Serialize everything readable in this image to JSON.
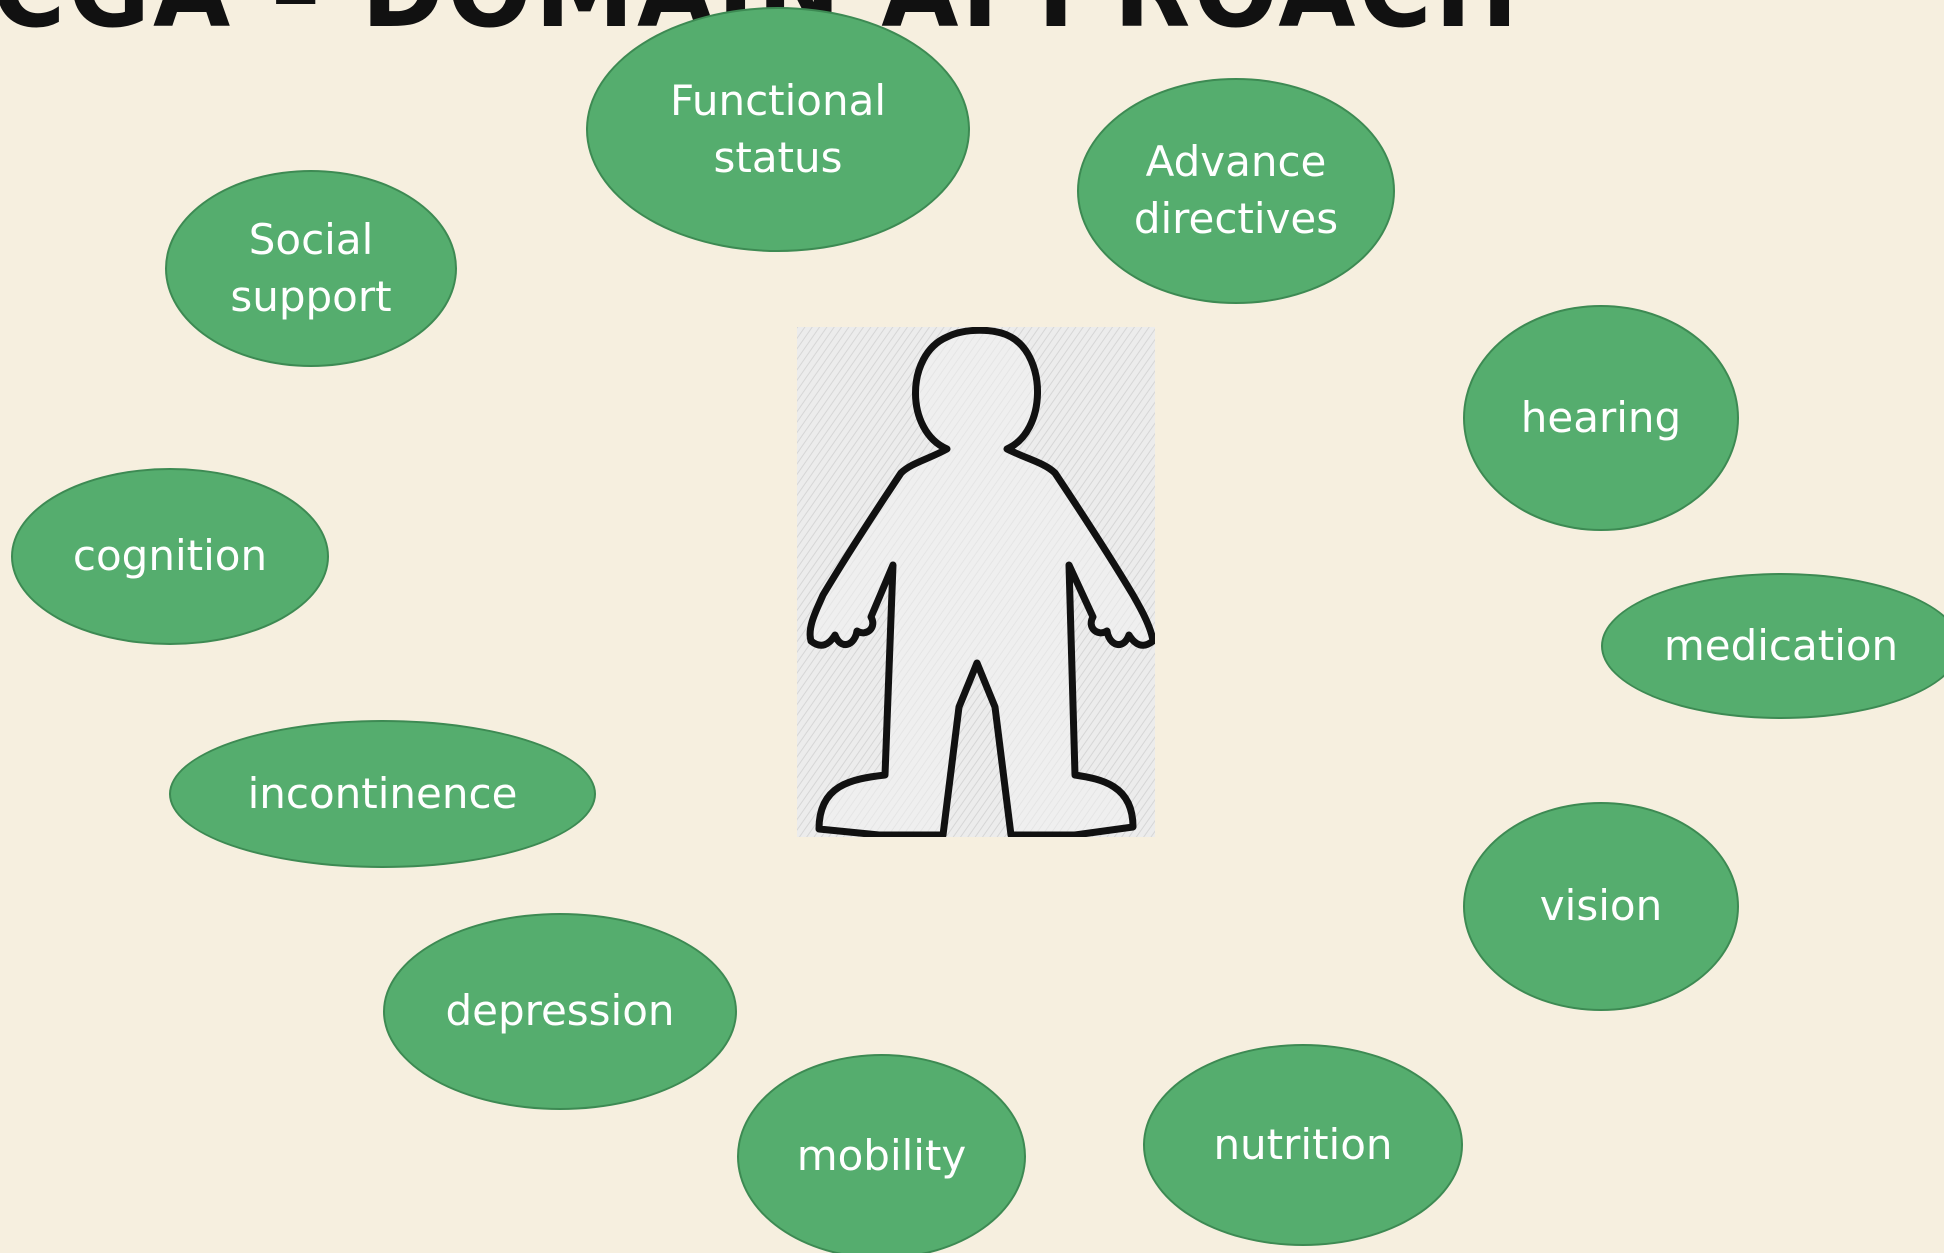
{
  "slide": {
    "title": "CGA – DOMAIN APPROACH"
  },
  "domains": {
    "functional_status": "Functional\nstatus",
    "advance_directives": "Advance\ndirectives",
    "social_support": "Social\nsupport",
    "hearing": "hearing",
    "cognition": "cognition",
    "medication": "medication",
    "incontinence": "incontinence",
    "vision": "vision",
    "depression": "depression",
    "mobility": "mobility",
    "nutrition": "nutrition"
  },
  "colors": {
    "background": "#f6efdf",
    "bubble_fill": "#55ad6e",
    "bubble_border": "#3d8a53",
    "bubble_text": "#ffffff",
    "title": "#111111"
  },
  "center_image": {
    "icon": "person-outline-icon"
  }
}
